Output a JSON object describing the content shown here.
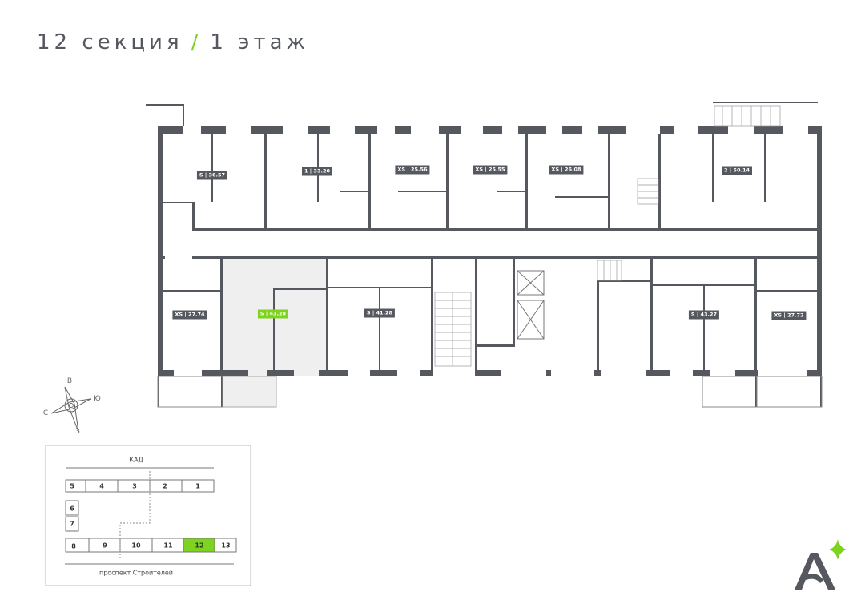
{
  "header": {
    "section": "12 секция",
    "separator": "/",
    "floor": "1 этаж"
  },
  "apartments": [
    {
      "label": "S | 36.57",
      "selected": false
    },
    {
      "label": "1 | 33.20",
      "selected": false
    },
    {
      "label": "XS | 25.56",
      "selected": false
    },
    {
      "label": "XS | 25.55",
      "selected": false
    },
    {
      "label": "XS | 26.08",
      "selected": false
    },
    {
      "label": "2 | 50.14",
      "selected": false
    },
    {
      "label": "XS | 27.74",
      "selected": false
    },
    {
      "label": "S | 43.28",
      "selected": true
    },
    {
      "label": "S | 41.28",
      "selected": false
    },
    {
      "label": "S | 43.27",
      "selected": false
    },
    {
      "label": "XS | 27.72",
      "selected": false
    }
  ],
  "compass": {
    "north": "В",
    "east": "Ю",
    "west": "С",
    "south": "З"
  },
  "key_plan": {
    "top_road": "КАД",
    "bottom_road": "проспект Строителей",
    "sections": [
      "1",
      "2",
      "3",
      "4",
      "5",
      "6",
      "7",
      "8",
      "9",
      "10",
      "11",
      "12",
      "13"
    ],
    "current_section": "12"
  },
  "colors": {
    "wall": "#55585f",
    "accent": "#7ed321",
    "selected_fill": "#efefef"
  }
}
